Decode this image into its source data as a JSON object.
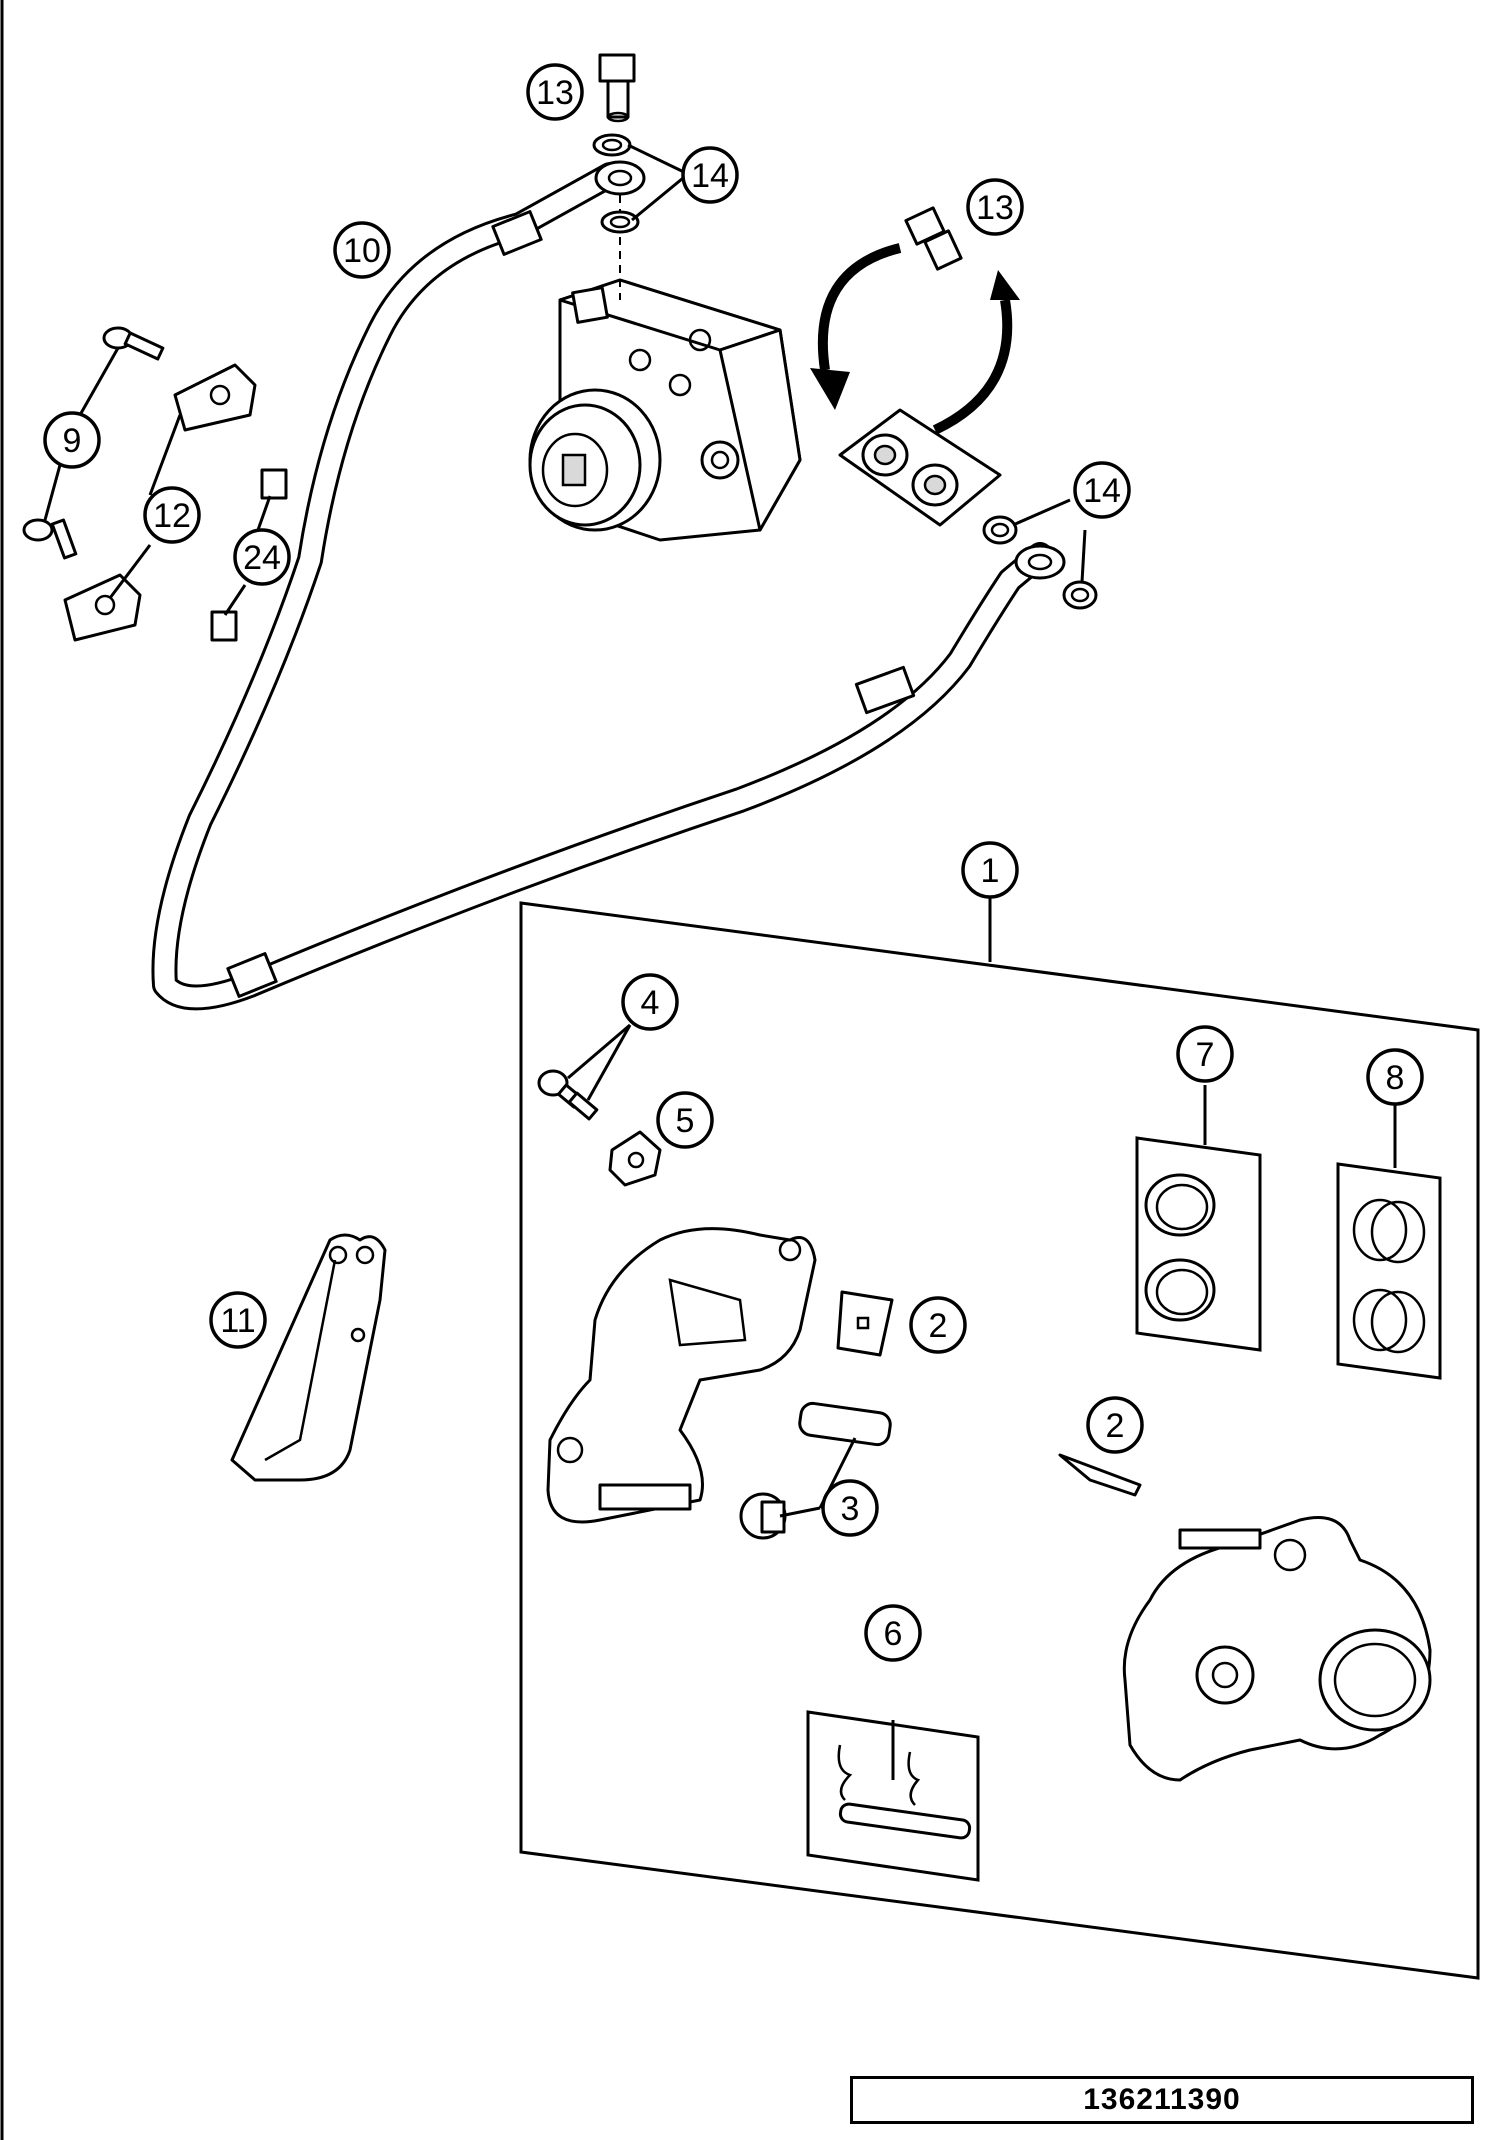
{
  "diagram": {
    "callouts": {
      "c1": "1",
      "c2a": "2",
      "c2b": "2",
      "c3": "3",
      "c4": "4",
      "c5": "5",
      "c6": "6",
      "c7": "7",
      "c8": "8",
      "c9": "9",
      "c10": "10",
      "c11": "11",
      "c12": "12",
      "c13a": "13",
      "c13b": "13",
      "c14a": "14",
      "c14b": "14",
      "c24": "24"
    },
    "reference_number": "136211390"
  }
}
